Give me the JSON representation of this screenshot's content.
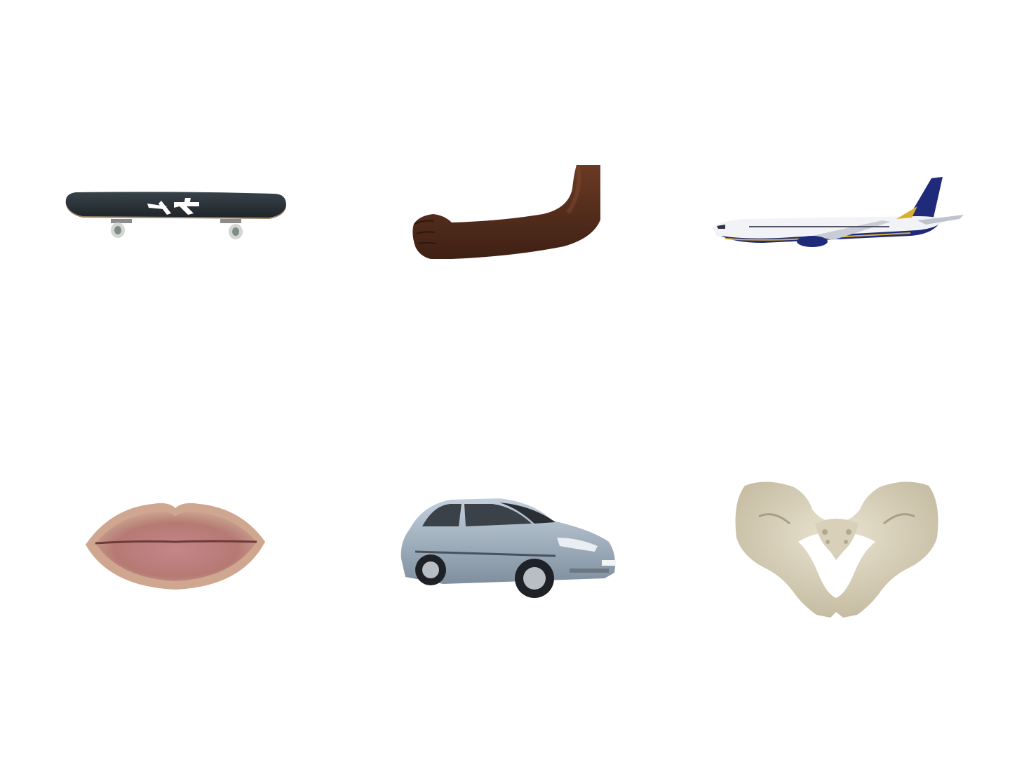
{
  "background": "#ffffff",
  "items": [
    {
      "name": "skateboard",
      "icon": "skateboard-icon"
    },
    {
      "name": "arm",
      "icon": "flexed-arm-icon"
    },
    {
      "name": "airplane",
      "icon": "airplane-icon"
    },
    {
      "name": "lips",
      "icon": "lips-icon"
    },
    {
      "name": "car",
      "icon": "car-icon"
    },
    {
      "name": "pelvis",
      "icon": "pelvis-bone-icon"
    }
  ],
  "colors": {
    "skateboard_deck": "#2b3236",
    "skin_dark": "#4e2a1b",
    "airplane_tail": "#1f2a7a",
    "lips": "#c98a90",
    "car_body": "#a9b8c6",
    "bone": "#ddd6c2"
  }
}
